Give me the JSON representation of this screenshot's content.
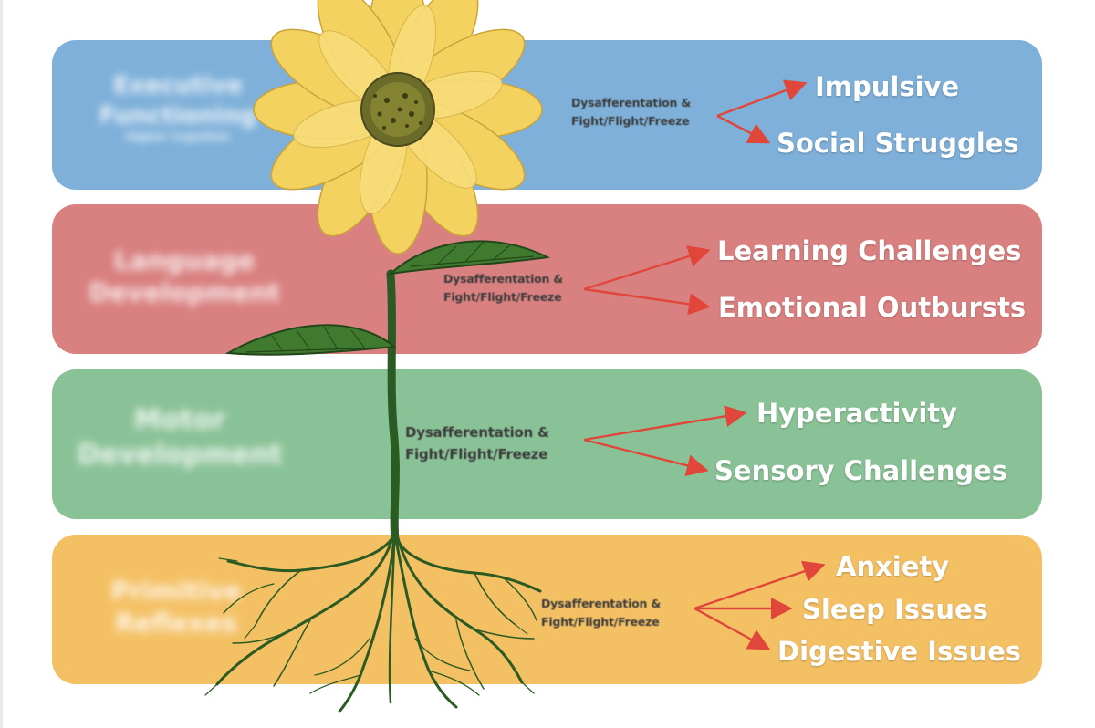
{
  "colors": {
    "band_blue": "#7eb0d9",
    "band_red": "#d98080",
    "band_green": "#8ac297",
    "band_yellow": "#f4c064",
    "arrow": "#e0463a",
    "stem": "#2b5a22",
    "petal": "#f3d25f",
    "center": "#6b6b2a"
  },
  "rows": [
    {
      "blurred_label": [
        "Executive",
        "Functioning",
        "Higher Cognition"
      ],
      "mechanism": [
        "Dysafferentation &",
        "Fight/Flight/Freeze"
      ],
      "outcomes": [
        "Impulsive",
        "Social Struggles"
      ]
    },
    {
      "blurred_label": [
        "Language",
        "Development"
      ],
      "mechanism": [
        "Dysafferentation &",
        "Fight/Flight/Freeze"
      ],
      "outcomes": [
        "Learning Challenges",
        "Emotional Outbursts"
      ]
    },
    {
      "blurred_label": [
        "Motor",
        "Development"
      ],
      "mechanism": [
        "Dysafferentation &",
        "Fight/Flight/Freeze"
      ],
      "outcomes": [
        "Hyperactivity",
        "Sensory Challenges"
      ]
    },
    {
      "blurred_label": [
        "Primitive",
        "Reflexes"
      ],
      "mechanism": [
        "Dysafferentation &",
        "Fight/Flight/Freeze"
      ],
      "outcomes": [
        "Anxiety",
        "Sleep Issues",
        "Digestive Issues"
      ]
    }
  ],
  "icons": [
    "sunflower-illustration",
    "leaf-icon",
    "root-system"
  ]
}
